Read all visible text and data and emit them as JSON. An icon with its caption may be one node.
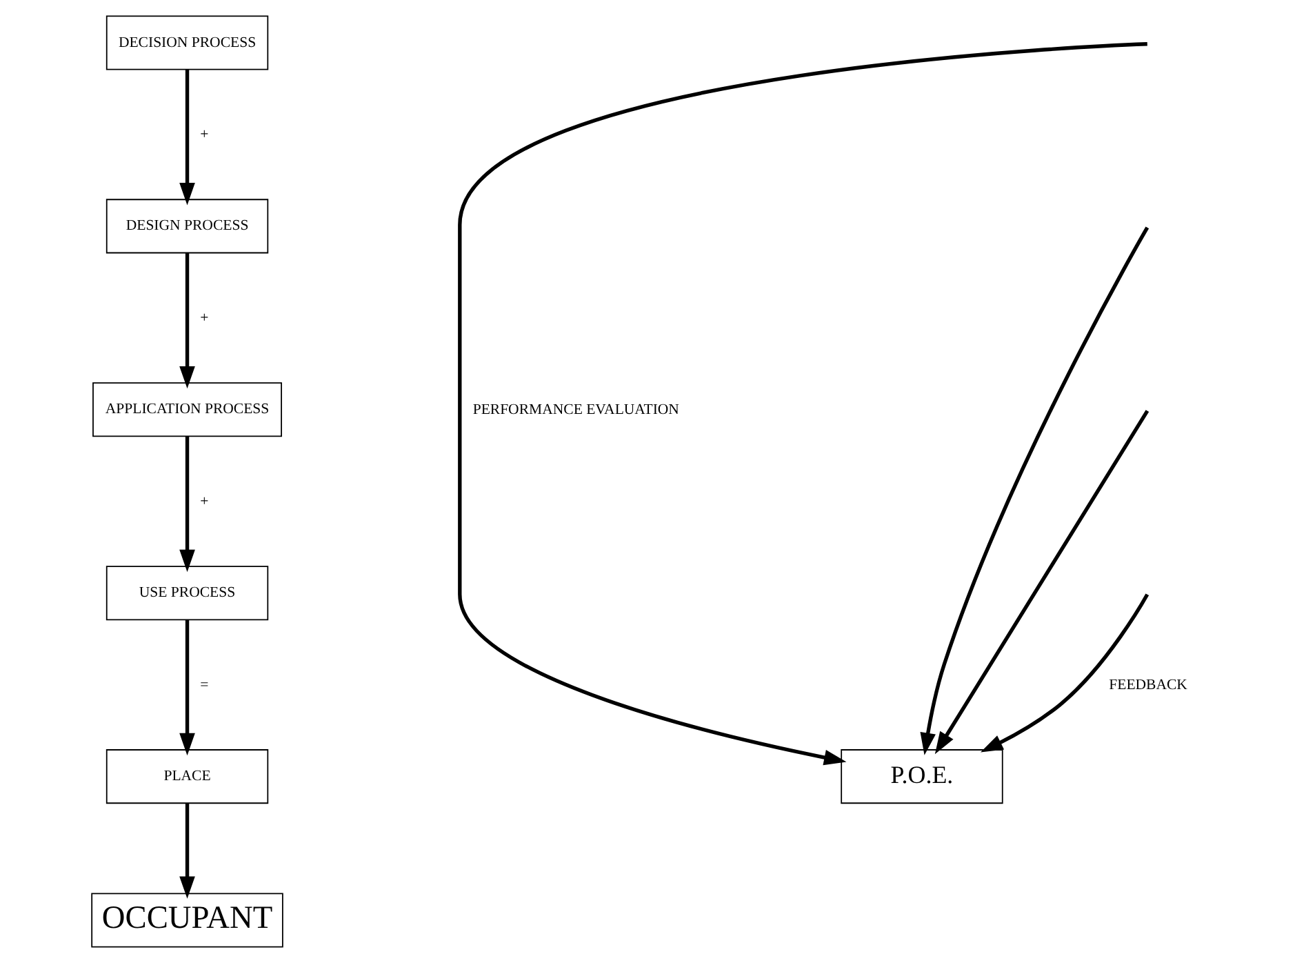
{
  "diagram": {
    "nodes": [
      {
        "text": [
          "DECISION PROCESS"
        ]
      },
      {
        "text": [
          "DESIGN PROCESS"
        ]
      },
      {
        "text": [
          "APPLICATION PROCESS"
        ]
      },
      {
        "text": [
          "USE PROCESS"
        ]
      },
      {
        "text": [
          "PLACE"
        ]
      },
      {
        "text": [
          "OCCUPANT"
        ]
      },
      {
        "text": [
          "P.O.E."
        ]
      }
    ],
    "edges": [
      {
        "from": 0,
        "to": 1,
        "arrow": "to",
        "label": "+"
      },
      {
        "from": 1,
        "to": 2,
        "arrow": "to",
        "label": "+"
      },
      {
        "from": 2,
        "to": 3,
        "arrow": "to",
        "label": "+"
      },
      {
        "from": 3,
        "to": 4,
        "arrow": "to",
        "label": "="
      },
      {
        "from": 4,
        "to": 5,
        "arrow": "to"
      },
      {
        "from": null,
        "to": 6,
        "arrow": "to",
        "label": "PERFORMANCE EVALUATION"
      },
      {
        "from": null,
        "to": 6,
        "arrow": "to"
      },
      {
        "from": null,
        "to": 6,
        "arrow": "to"
      },
      {
        "from": null,
        "to": 6,
        "arrow": "to",
        "label": "FEEDBACK"
      }
    ]
  }
}
